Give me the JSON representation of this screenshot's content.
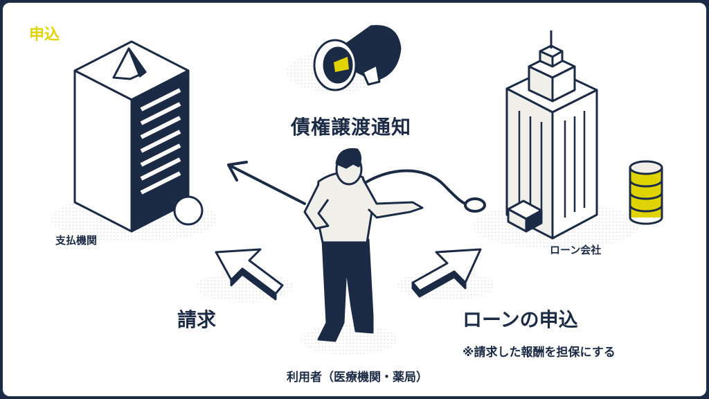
{
  "corner_label": "申込",
  "labels": {
    "notice": "債権譲渡通知",
    "payer": "支払機関",
    "loan_company": "ローン会社",
    "claim": "請求",
    "loan_application": "ローンの申込",
    "note": "※請求した報酬を担保にする",
    "user": "利用者（医療機関・薬局）"
  },
  "colors": {
    "navy": "#1b2b45",
    "accent_yellow": "#e0d400",
    "light_gray": "#f0efea"
  },
  "icons": [
    "payer-building-icon",
    "megaphone-icon",
    "loan-company-building-icon",
    "coin-stack-icon",
    "person-icon",
    "arrow-icon"
  ]
}
